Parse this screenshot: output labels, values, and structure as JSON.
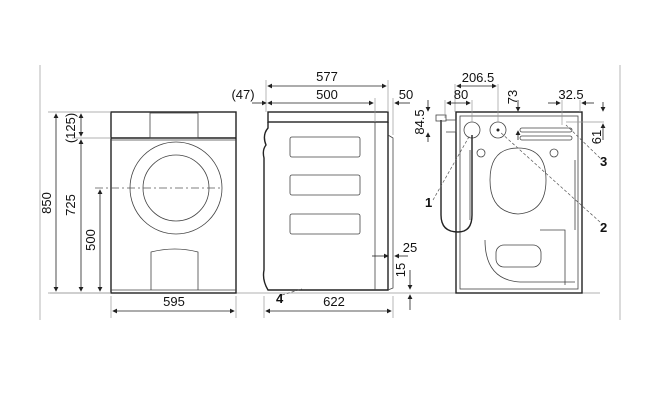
{
  "front_view": {
    "height_total": "850",
    "height_top": "(125)",
    "height_body": "725",
    "door_center_height": "500",
    "width": "595"
  },
  "side_view": {
    "front_offset": "(47)",
    "depth_total": "577",
    "depth_body": "500",
    "rear_offset": "50",
    "depth_with_door": "622",
    "rear_gap": "25",
    "foot_height": "15",
    "callout_4": "4"
  },
  "rear_view": {
    "inlet_offset": "80",
    "outlet_offset": "206.5",
    "outlet_drop": "73",
    "inlet_drop": "84.5",
    "right_offset": "32.5",
    "right_drop": "61",
    "callout_1": "1",
    "callout_2": "2",
    "callout_3": "3"
  }
}
